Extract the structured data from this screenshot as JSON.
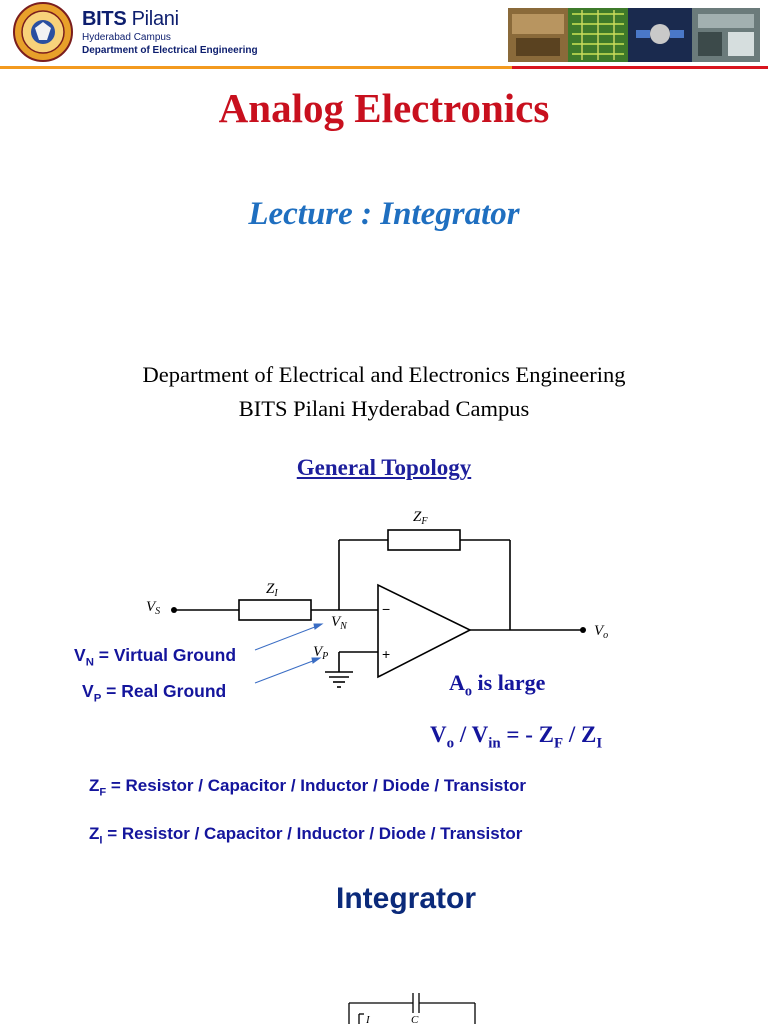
{
  "header": {
    "logo_name_bold": "BITS",
    "logo_name_light": "Pilani",
    "campus": "Hyderabad Campus",
    "department": "Department of Electrical Engineering",
    "accent_orange": "#f39a1f",
    "accent_red": "#d9141e"
  },
  "title": "Analog Electronics",
  "subtitle": "Lecture : Integrator",
  "dept_line1": "Department of Electrical and Electronics Engineering",
  "dept_line2": "BITS Pilani Hyderabad Campus",
  "topology_heading": "General Topology ",
  "circuit": {
    "zf": "Z",
    "zf_sub": "F",
    "zi": "Z",
    "zi_sub": "I",
    "vs": "V",
    "vs_sub": "S",
    "vn": "V",
    "vn_sub": "N",
    "vp": "V",
    "vp_sub": "P",
    "vo": "V",
    "vo_sub": "o",
    "minus": "−",
    "plus": "+"
  },
  "notes": {
    "vn_main": "V",
    "vn_sub": "N",
    "vn_rest": " = Virtual Ground",
    "vp_main": "V",
    "vp_sub": "P",
    "vp_rest": " = Real Ground",
    "ao_main": "A",
    "ao_sub": "o",
    "ao_rest": " is large",
    "gain_formula": "V",
    "gain_o": "o",
    "gain_mid": " / V",
    "gain_in": "in",
    "gain_eq": " = -  Z",
    "gain_f": "F",
    "gain_slash": " / Z",
    "gain_i": "I"
  },
  "zf_line": {
    "main": "Z",
    "sub": "F",
    "rest": " = Resistor / Capacitor / Inductor / Diode / Transistor"
  },
  "zi_line": {
    "main": "Z",
    "sub": "I",
    "rest": " = Resistor / Capacitor / Inductor / Diode / Transistor"
  },
  "integrator_heading": "Integrator",
  "integrator_circuit": {
    "cap_label": "C",
    "cur_label": "I"
  }
}
